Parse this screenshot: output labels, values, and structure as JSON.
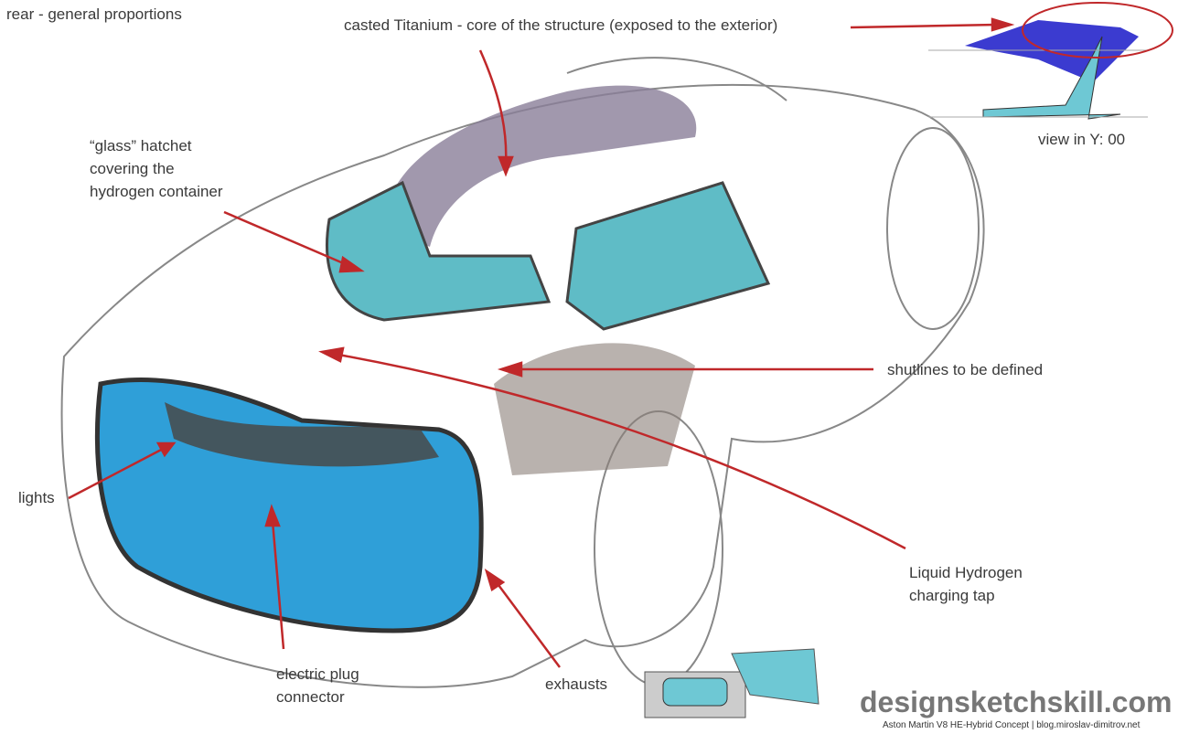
{
  "labels": {
    "title": "rear - general proportions",
    "titanium": "casted Titanium - core of the structure (exposed to the exterior)",
    "glass_line1": "“glass” hatchet",
    "glass_line2": "covering the",
    "glass_line3": "hydrogen container",
    "view": "view in Y: 00",
    "shutlines": "shutlines to be defined",
    "lights": "lights",
    "hydrogen_line1": "Liquid Hydrogen",
    "hydrogen_line2": "charging tap",
    "plug_line1": "electric plug",
    "plug_line2": "connector",
    "exhausts": "exhausts"
  },
  "watermark": "designsketchskill.com",
  "credit": "Aston Martin V8 HE-Hybrid Concept | blog.miroslav-dimitrov.net",
  "colors": {
    "arrow": "#c0282a",
    "light_blue": "#2f9fd8",
    "glass": "#5fbcc6",
    "titanium": "#8a7e98"
  }
}
